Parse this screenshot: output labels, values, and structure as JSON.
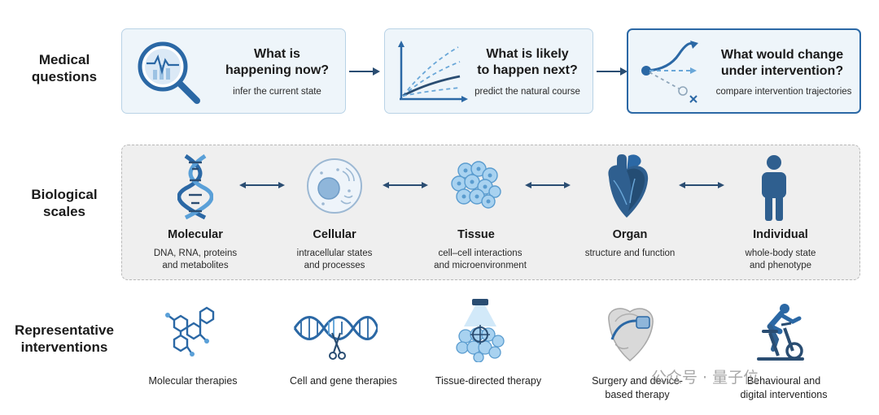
{
  "rows": {
    "questions": "Medical questions",
    "scales": "Biological scales",
    "interventions": "Representative interventions"
  },
  "questions": [
    {
      "title": "What is happening now?",
      "subtitle": "infer the current state",
      "icon": "magnifier-monitor-icon"
    },
    {
      "title": "What is likely to happen next?",
      "subtitle": "predict the natural course",
      "icon": "trajectory-chart-icon"
    },
    {
      "title": "What would change under intervention?",
      "subtitle": "compare intervention trajectories",
      "icon": "branching-trajectory-icon"
    }
  ],
  "scales": [
    {
      "name": "Molecular",
      "desc": [
        "DNA, RNA, proteins",
        "and metabolites"
      ],
      "icon": "dna-icon"
    },
    {
      "name": "Cellular",
      "desc": [
        "intracellular states",
        "and processes"
      ],
      "icon": "cell-icon"
    },
    {
      "name": "Tissue",
      "desc": [
        "cell–cell interactions",
        "and microenvironment"
      ],
      "icon": "tissue-icon"
    },
    {
      "name": "Organ",
      "desc": [
        "structure and function"
      ],
      "icon": "heart-icon"
    },
    {
      "name": "Individual",
      "desc": [
        "whole-body state",
        "and phenotype"
      ],
      "icon": "person-icon"
    }
  ],
  "interventions": [
    {
      "label": [
        "Molecular therapies"
      ],
      "icon": "molecule-icon"
    },
    {
      "label": [
        "Cell and gene therapies"
      ],
      "icon": "dna-scissors-icon"
    },
    {
      "label": [
        "Tissue-directed therapy"
      ],
      "icon": "targeted-tissue-icon"
    },
    {
      "label": [
        "Surgery and device-",
        "based therapy"
      ],
      "icon": "heart-device-icon"
    },
    {
      "label": [
        "Behavioural and",
        "digital interventions"
      ],
      "icon": "exercise-bike-icon"
    }
  ],
  "watermark": "公众号 · 量子位",
  "colors": {
    "accent": "#2b68a5",
    "light_blue": "#5aa0d8",
    "box_bg": "#eef5fa",
    "panel_bg": "#efefef"
  }
}
